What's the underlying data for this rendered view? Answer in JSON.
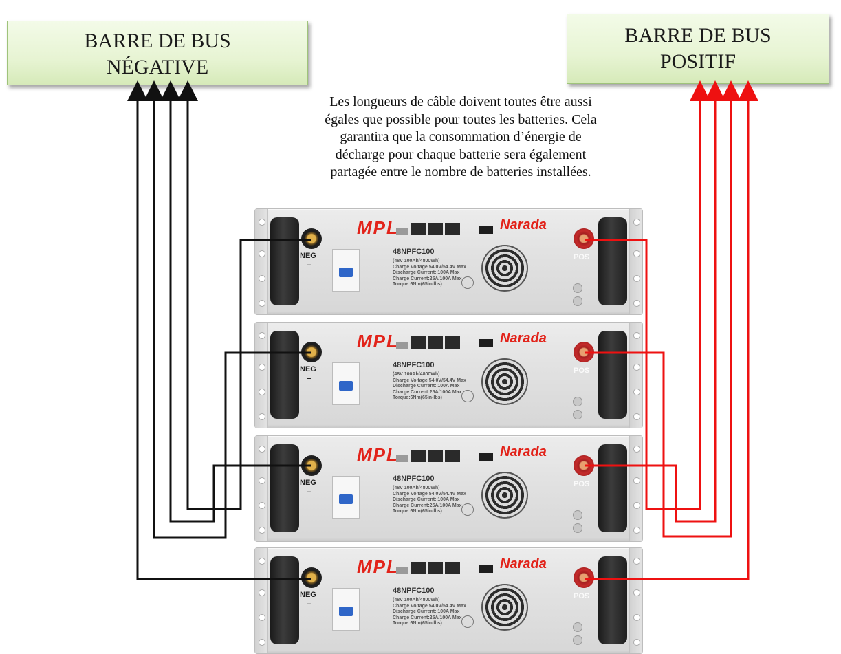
{
  "neg_bus": {
    "line1": "BARRE DE BUS",
    "line2": "NÉGATIVE"
  },
  "pos_bus": {
    "line1": "BARRE DE BUS",
    "line2": "POSITIF"
  },
  "note": {
    "lines": [
      "Les longueurs de câble doivent toutes être aussi",
      "égales que possible pour toutes les batteries. Cela",
      "garantira que la consommation d’énergie de",
      "décharge pour chaque batterie sera également",
      "partagée entre le nombre de batteries installées."
    ]
  },
  "battery": {
    "brand": "MPL",
    "maker": "Narada",
    "model": "48NPFC100",
    "neg_label": "NEG",
    "neg_sign": "−",
    "pos_label": "POS",
    "specs": [
      "(48V 100Ah/4800Wh)",
      "Charge Voltage 54.0V/54.4V Max",
      "Discharge Current: 100A Max",
      "Charge Current:25A/100A Max",
      "Torque:6Nm(65in-lbs)"
    ]
  },
  "battery_count": 4,
  "colors": {
    "negative_wire": "#111111",
    "positive_wire": "#ee1111"
  }
}
